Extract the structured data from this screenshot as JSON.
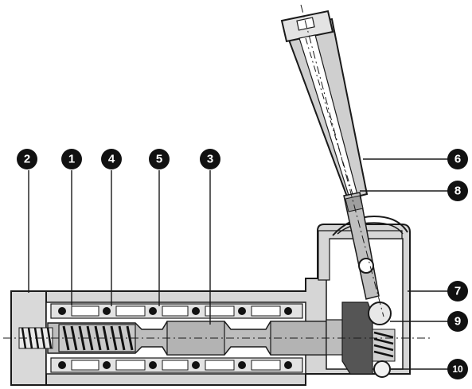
{
  "callouts": [
    {
      "id": "c1",
      "label": "1"
    },
    {
      "id": "c2",
      "label": "2"
    },
    {
      "id": "c3",
      "label": "3"
    },
    {
      "id": "c4",
      "label": "4"
    },
    {
      "id": "c5",
      "label": "5"
    },
    {
      "id": "c6",
      "label": "6"
    },
    {
      "id": "c7",
      "label": "7"
    },
    {
      "id": "c8",
      "label": "8"
    },
    {
      "id": "c9",
      "label": "9"
    },
    {
      "id": "c10",
      "label": "10"
    }
  ],
  "colors": {
    "body_fill": "#d4d4d4",
    "dark_fill": "#2b2b2b",
    "outline": "#1a1a1a",
    "callout_fill": "#111111",
    "callout_text": "#ffffff"
  }
}
